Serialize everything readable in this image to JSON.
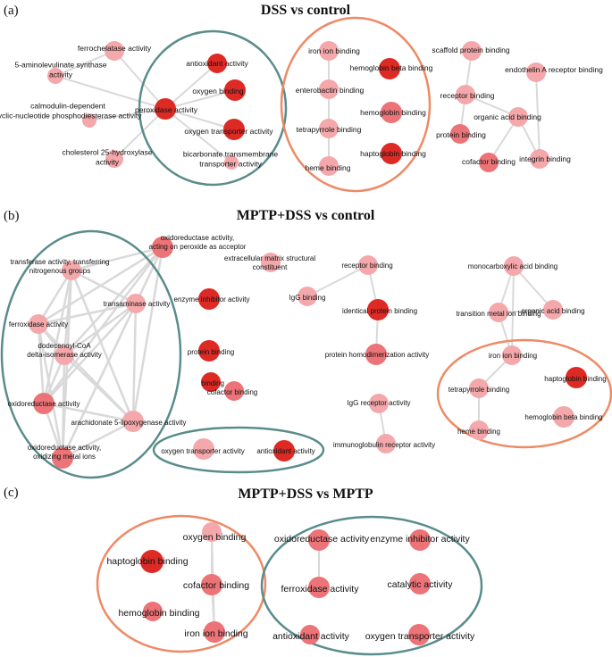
{
  "colors": {
    "dark": "#dd2a25",
    "mid": "#ec7377",
    "light": "#f4a8ab",
    "teal": "#5a8c8c",
    "orange": "#ee8a66",
    "edge": "#d9d9d9"
  },
  "panels": [
    {
      "panel_label": "(a)",
      "title": "DSS vs control",
      "nodes": [
        {
          "id": "a1",
          "label": "ferrochelatase activity",
          "shade": "light"
        },
        {
          "id": "a2",
          "label": "5-aminolevulinate synthase activity",
          "shade": "light"
        },
        {
          "id": "a3",
          "label": "calmodulin-dependent cyclic-nucleotide phosphodiesterase activity",
          "shade": "light"
        },
        {
          "id": "a4",
          "label": "cholesterol 25-hydroxylase activity",
          "shade": "light"
        },
        {
          "id": "a5",
          "label": "peroxidase activity",
          "shade": "dark"
        },
        {
          "id": "a6",
          "label": "antioxidant activity",
          "shade": "dark"
        },
        {
          "id": "a7",
          "label": "oxygen binding",
          "shade": "dark"
        },
        {
          "id": "a8",
          "label": "oxygen transporter activity",
          "shade": "dark"
        },
        {
          "id": "a9",
          "label": "bicarbonate transmembrane transporter activity",
          "shade": "light"
        },
        {
          "id": "a10",
          "label": "iron ion binding",
          "shade": "light"
        },
        {
          "id": "a11",
          "label": "enterobactin binding",
          "shade": "light"
        },
        {
          "id": "a12",
          "label": "tetrapyrrole binding",
          "shade": "light"
        },
        {
          "id": "a13",
          "label": "heme binding",
          "shade": "light"
        },
        {
          "id": "a14",
          "label": "hemoglobin beta binding",
          "shade": "dark"
        },
        {
          "id": "a15",
          "label": "hemoglobin binding",
          "shade": "mid"
        },
        {
          "id": "a16",
          "label": "haptoglobin binding",
          "shade": "dark"
        },
        {
          "id": "a17",
          "label": "scaffold protein binding",
          "shade": "light"
        },
        {
          "id": "a18",
          "label": "endothelin A receptor binding",
          "shade": "light"
        },
        {
          "id": "a19",
          "label": "receptor binding",
          "shade": "light"
        },
        {
          "id": "a20",
          "label": "organic acid binding",
          "shade": "light"
        },
        {
          "id": "a21",
          "label": "protein binding",
          "shade": "mid"
        },
        {
          "id": "a22",
          "label": "cofactor binding",
          "shade": "mid"
        },
        {
          "id": "a23",
          "label": "integrin binding",
          "shade": "light"
        }
      ]
    },
    {
      "panel_label": "(b)",
      "title": "MPTP+DSS vs control",
      "nodes": [
        {
          "id": "b1",
          "label": "oxidoreductase activity, acting on peroxide as acceptor",
          "shade": "mid"
        },
        {
          "id": "b2",
          "label": "transferase activity, transferring nitrogenous groups",
          "shade": "light"
        },
        {
          "id": "b3",
          "label": "transaminase activity",
          "shade": "light"
        },
        {
          "id": "b4",
          "label": "ferroxidase activity",
          "shade": "light"
        },
        {
          "id": "b5",
          "label": "dodecenoyl-CoA delta-isomerase activity",
          "shade": "light"
        },
        {
          "id": "b6",
          "label": "oxidoreductase activity",
          "shade": "mid"
        },
        {
          "id": "b7",
          "label": "arachidonate 5-lipoxygenase activity",
          "shade": "light"
        },
        {
          "id": "b8",
          "label": "oxidoreductase activity, oxidizing metal ions",
          "shade": "mid"
        },
        {
          "id": "b9",
          "label": "extracellular matrix structural constituent",
          "shade": "light"
        },
        {
          "id": "b10",
          "label": "enzyme inhibitor activity",
          "shade": "dark"
        },
        {
          "id": "b11",
          "label": "protein binding",
          "shade": "dark"
        },
        {
          "id": "b12",
          "label": "binding",
          "shade": "dark"
        },
        {
          "id": "b13",
          "label": "cofactor binding",
          "shade": "mid"
        },
        {
          "id": "b14",
          "label": "oxygen transporter activity",
          "shade": "light"
        },
        {
          "id": "b15",
          "label": "antioxidant activity",
          "shade": "dark"
        },
        {
          "id": "b16",
          "label": "receptor binding",
          "shade": "light"
        },
        {
          "id": "b17",
          "label": "IgG binding",
          "shade": "light"
        },
        {
          "id": "b18",
          "label": "identical protein binding",
          "shade": "dark"
        },
        {
          "id": "b19",
          "label": "protein homodimerization activity",
          "shade": "mid"
        },
        {
          "id": "b20",
          "label": "IgG receptor activity",
          "shade": "light"
        },
        {
          "id": "b21",
          "label": "immunoglobulin receptor activity",
          "shade": "light"
        },
        {
          "id": "b22",
          "label": "monocarboxylic acid binding",
          "shade": "light"
        },
        {
          "id": "b23",
          "label": "transition metal ion binding",
          "shade": "light"
        },
        {
          "id": "b24",
          "label": "organic acid binding",
          "shade": "light"
        },
        {
          "id": "b25",
          "label": "iron ion binding",
          "shade": "light"
        },
        {
          "id": "b26",
          "label": "tetrapyrrole binding",
          "shade": "light"
        },
        {
          "id": "b27",
          "label": "haptoglobin binding",
          "shade": "dark"
        },
        {
          "id": "b28",
          "label": "heme binding",
          "shade": "light"
        },
        {
          "id": "b29",
          "label": "hemoglobin beta binding",
          "shade": "light"
        }
      ]
    },
    {
      "panel_label": "(c)",
      "title": "MPTP+DSS vs MPTP",
      "nodes": [
        {
          "id": "c1",
          "label": "oxygen binding",
          "shade": "light"
        },
        {
          "id": "c2",
          "label": "haptoglobin binding",
          "shade": "dark"
        },
        {
          "id": "c3",
          "label": "cofactor binding",
          "shade": "mid"
        },
        {
          "id": "c4",
          "label": "hemoglobin binding",
          "shade": "mid"
        },
        {
          "id": "c5",
          "label": "iron ion binding",
          "shade": "mid"
        },
        {
          "id": "c6",
          "label": "oxidoreductase activity",
          "shade": "mid"
        },
        {
          "id": "c7",
          "label": "ferroxidase activity",
          "shade": "mid"
        },
        {
          "id": "c8",
          "label": "antioxidant activity",
          "shade": "mid"
        },
        {
          "id": "c9",
          "label": "enzyme inhibitor activity",
          "shade": "mid"
        },
        {
          "id": "c10",
          "label": "catalytic activity",
          "shade": "mid"
        },
        {
          "id": "c11",
          "label": "oxygen transporter activity",
          "shade": "mid"
        }
      ]
    }
  ]
}
